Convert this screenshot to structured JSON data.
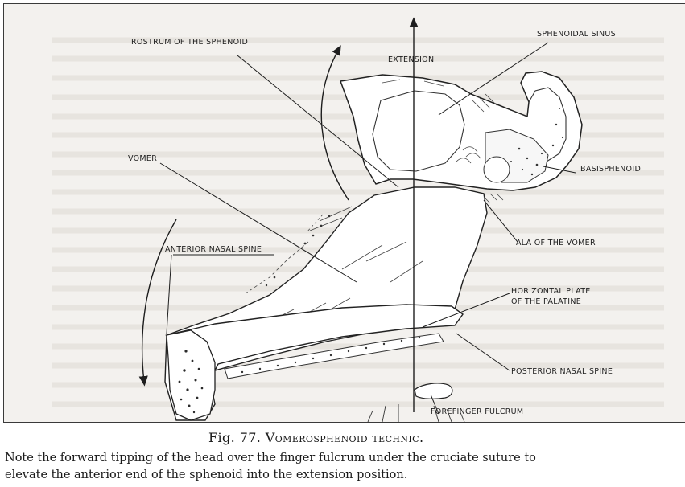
{
  "labels": {
    "rostrum": "ROSTRUM OF THE SPHENOID",
    "extension": "EXTENSION",
    "sphenoidal_sinus": "SPHENOIDAL SINUS",
    "vomer": "VOMER",
    "basisphenoid": "BASISPHENOID",
    "anterior_nasal_spine": "ANTERIOR NASAL SPINE",
    "ala_of_vomer": "ALA OF THE VOMER",
    "horizontal_plate_1": "HORIZONTAL PLATE",
    "horizontal_plate_2": "OF THE PALATINE",
    "posterior_nasal_spine": "POSTERIOR NASAL SPINE",
    "forefinger_fulcrum": "FOREFINGER FULCRUM"
  },
  "caption": {
    "figure_number": "Fig. 77.",
    "figure_title": "Vomerosphenoid technic.",
    "note_line_1": "Note the forward tipping of the head over the finger fulcrum under the cruciate suture to",
    "note_line_2": "elevate the anterior end of the sphenoid into the extension position."
  }
}
